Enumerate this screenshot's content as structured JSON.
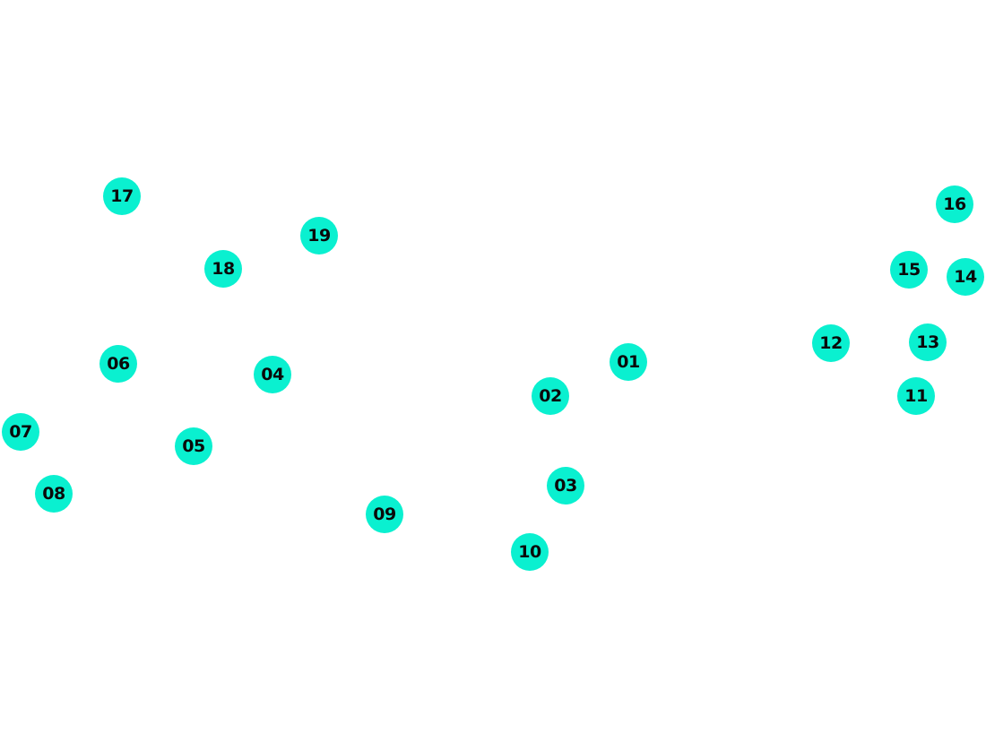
{
  "colors": {
    "background": "#ffffff",
    "marker_fill": "#0af0d0",
    "marker_text": "#0a0a0a"
  },
  "markers": [
    {
      "id": "01",
      "label": "01"
    },
    {
      "id": "02",
      "label": "02"
    },
    {
      "id": "03",
      "label": "03"
    },
    {
      "id": "04",
      "label": "04"
    },
    {
      "id": "05",
      "label": "05"
    },
    {
      "id": "06",
      "label": "06"
    },
    {
      "id": "07",
      "label": "07"
    },
    {
      "id": "08",
      "label": "08"
    },
    {
      "id": "09",
      "label": "09"
    },
    {
      "id": "10",
      "label": "10"
    },
    {
      "id": "11",
      "label": "11"
    },
    {
      "id": "12",
      "label": "12"
    },
    {
      "id": "13",
      "label": "13"
    },
    {
      "id": "14",
      "label": "14"
    },
    {
      "id": "15",
      "label": "15"
    },
    {
      "id": "16",
      "label": "16"
    },
    {
      "id": "17",
      "label": "17"
    },
    {
      "id": "18",
      "label": "18"
    },
    {
      "id": "19",
      "label": "19"
    }
  ]
}
